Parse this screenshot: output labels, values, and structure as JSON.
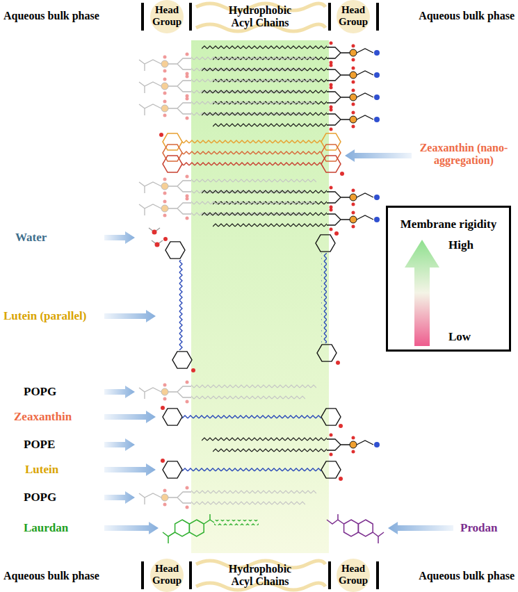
{
  "diagram": {
    "nodes": [
      {
        "text": [
          "Membrane rigidity",
          "High",
          "Low"
        ]
      }
    ],
    "labels": [
      "Aqueous bulk phase",
      "Head Group",
      "Hydrophobic Acyl Chains",
      "Head Group",
      "Aqueous bulk phase",
      "Zeaxanthin (nano-aggregation)",
      "Water",
      "Lutein (parallel)",
      "POPG",
      "Zeaxanthin",
      "POPE",
      "Lutein",
      "POPG",
      "Laurdan",
      "Prodan",
      "Aqueous bulk phase",
      "Head Group",
      "Hydrophobic Acyl Chains",
      "Head Group",
      "Aqueous bulk phase"
    ]
  }
}
